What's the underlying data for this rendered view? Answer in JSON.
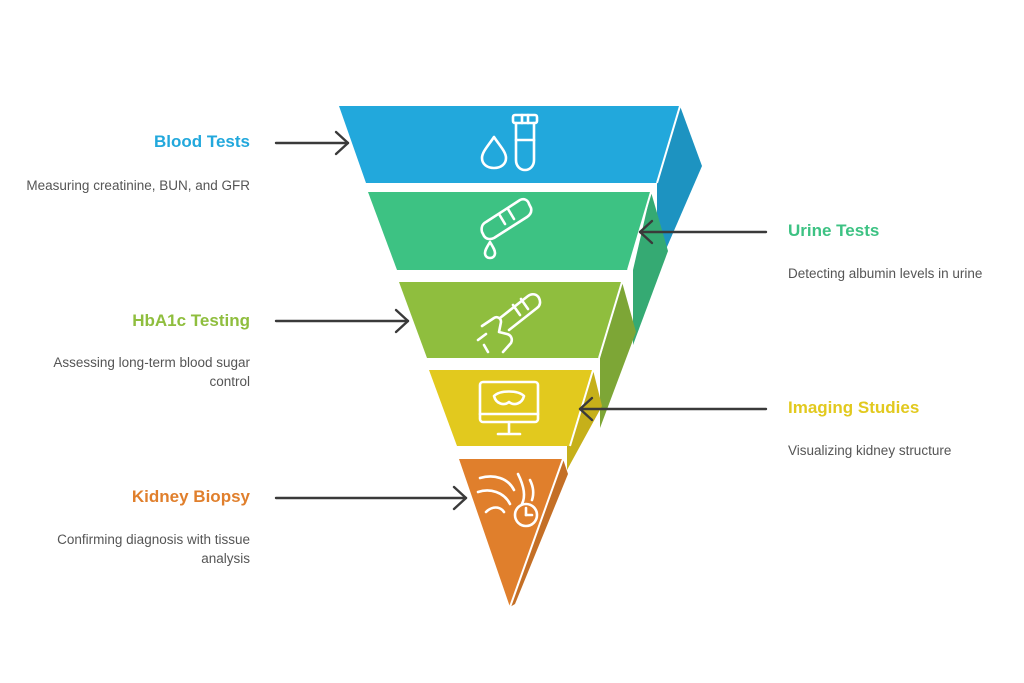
{
  "colors": {
    "blood": "#22A8DC",
    "urine": "#3DC283",
    "hba1c": "#8FBE3E",
    "imaging": "#E2C91E",
    "biopsy": "#E07F2C",
    "arrow": "#3a3a3a",
    "description": "#555555"
  },
  "layers": [
    {
      "id": "blood",
      "title": "Blood Tests",
      "description": "Measuring creatinine, BUN, and GFR",
      "icon": "test-tube-drop-icon",
      "side": "left"
    },
    {
      "id": "urine",
      "title": "Urine Tests",
      "description": "Detecting albumin levels in urine",
      "icon": "urine-dropper-icon",
      "side": "right"
    },
    {
      "id": "hba1c",
      "title": "HbA1c Testing",
      "description": "Assessing long-term blood sugar control",
      "icon": "finger-prick-glucose-icon",
      "side": "left"
    },
    {
      "id": "imaging",
      "title": "Imaging Studies",
      "description": "Visualizing kidney structure",
      "icon": "monitor-kidney-icon",
      "side": "right"
    },
    {
      "id": "biopsy",
      "title": "Kidney Biopsy",
      "description": "Confirming diagnosis with tissue analysis",
      "icon": "tissue-sample-icon",
      "side": "left"
    }
  ]
}
